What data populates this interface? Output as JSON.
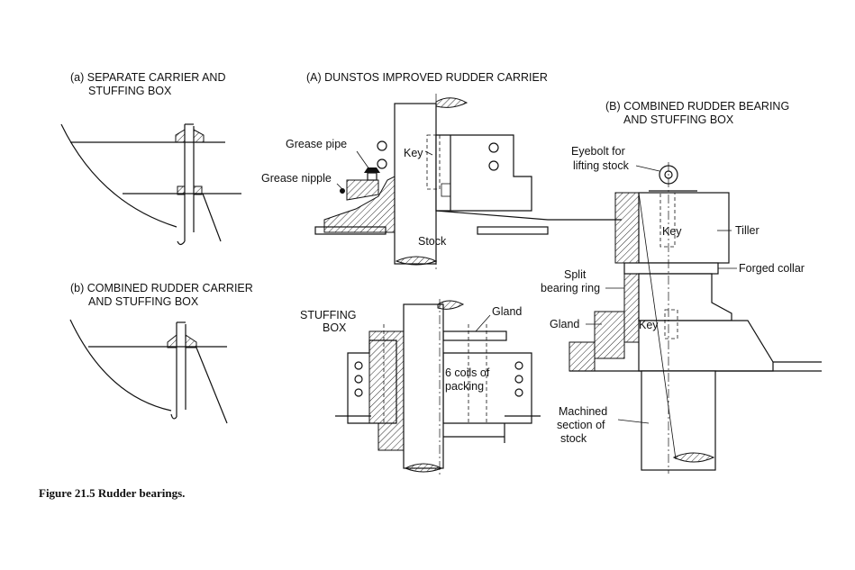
{
  "panels": {
    "a": {
      "title_line1": "(a) SEPARATE CARRIER AND",
      "title_line2": "STUFFING BOX"
    },
    "b": {
      "title_line1": "(b) COMBINED RUDDER CARRIER",
      "title_line2": "AND STUFFING BOX"
    },
    "A": {
      "title": "(A) DUNSTOS IMPROVED RUDDER CARRIER"
    },
    "B": {
      "title_line1": "(B) COMBINED RUDDER BEARING",
      "title_line2": "AND STUFFING BOX"
    },
    "stuffing": {
      "title_line1": "STUFFING",
      "title_line2": "BOX"
    }
  },
  "labels": {
    "grease_pipe": "Grease pipe",
    "grease_nipple": "Grease nipple",
    "key_A": "Key",
    "stock_A": "Stock",
    "gland_sb": "Gland",
    "coils_line1": "6 coils of",
    "coils_line2": "packing",
    "eyebolt_line1": "Eyebolt for",
    "eyebolt_line2": "lifting stock",
    "tiller": "Tiller",
    "key_B_upper": "Key",
    "forged_collar": "Forged collar",
    "split_line1": "Split",
    "split_line2": "bearing ring",
    "gland_B": "Gland",
    "key_B_lower": "Key",
    "machined_line1": "Machined",
    "machined_line2": "section of",
    "machined_line3": "stock"
  },
  "caption": "Figure 21.5  Rudder bearings."
}
